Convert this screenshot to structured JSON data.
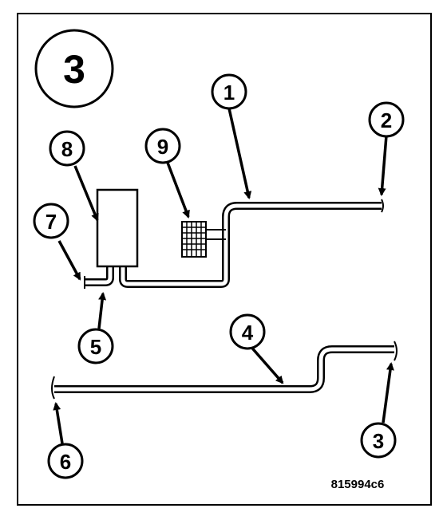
{
  "figure": {
    "panel_label": "3",
    "reference_code": "815994c6",
    "callouts": [
      {
        "id": "c1",
        "label": "1"
      },
      {
        "id": "c2",
        "label": "2"
      },
      {
        "id": "c3",
        "label": "3"
      },
      {
        "id": "c4",
        "label": "4"
      },
      {
        "id": "c5",
        "label": "5"
      },
      {
        "id": "c6",
        "label": "6"
      },
      {
        "id": "c7",
        "label": "7"
      },
      {
        "id": "c8",
        "label": "8"
      },
      {
        "id": "c9",
        "label": "9"
      }
    ]
  }
}
